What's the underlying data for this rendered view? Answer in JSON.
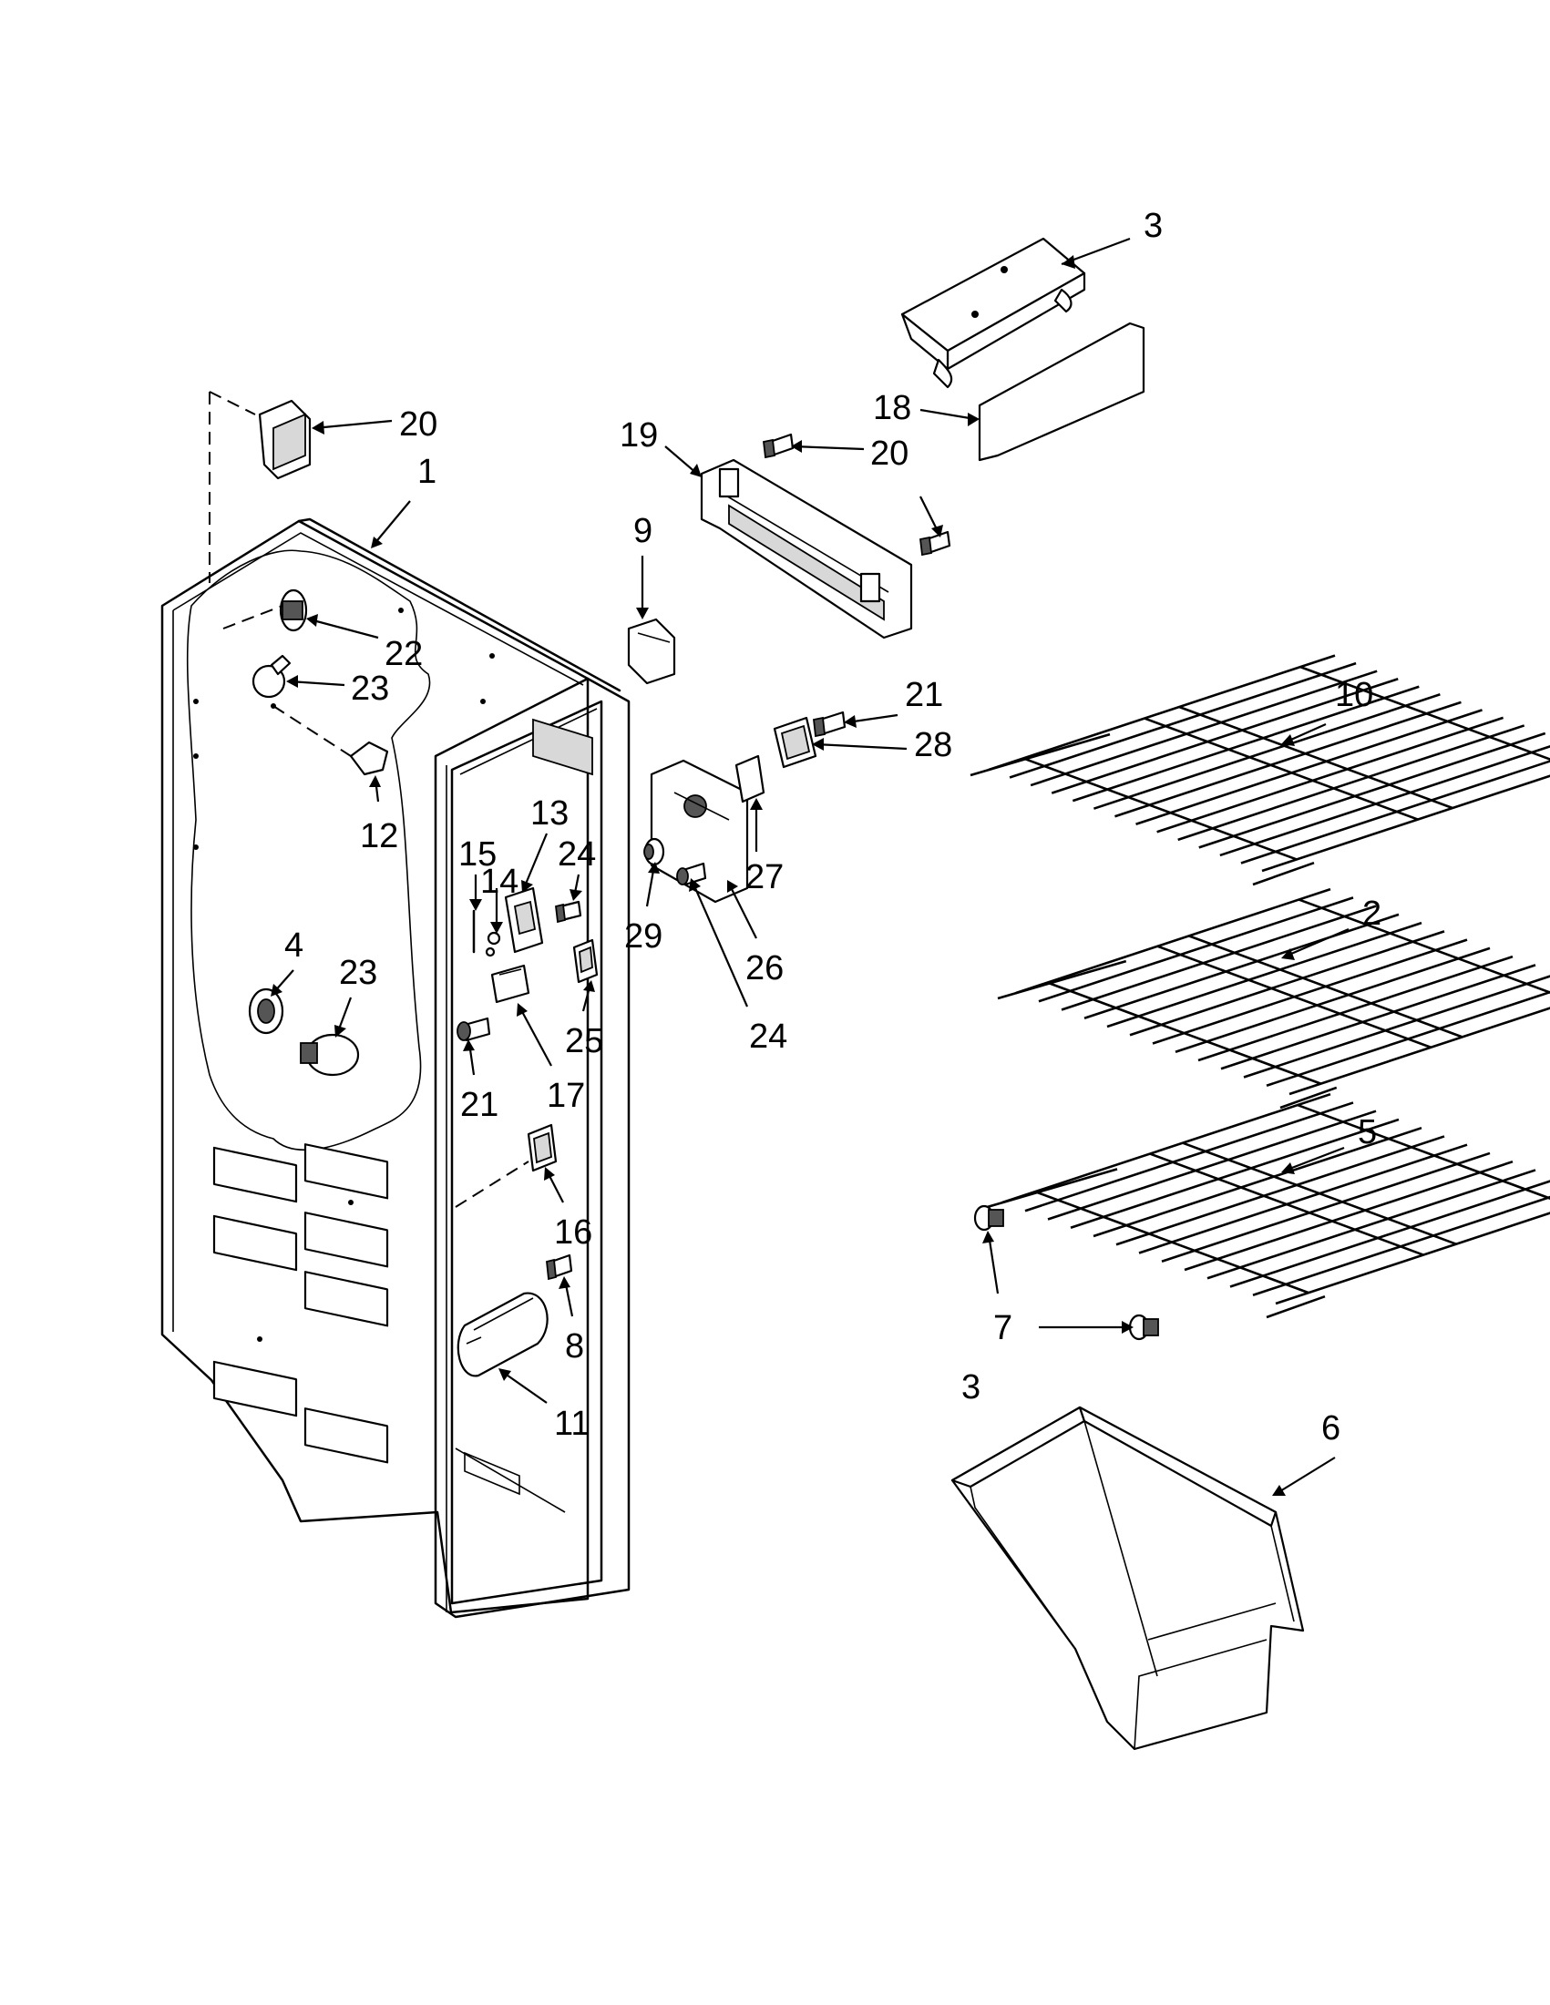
{
  "callouts": [
    {
      "id": "c3a",
      "text": "3"
    },
    {
      "id": "c18",
      "text": "18"
    },
    {
      "id": "c19",
      "text": "19"
    },
    {
      "id": "c20b",
      "text": "20"
    },
    {
      "id": "c20a",
      "text": "20"
    },
    {
      "id": "c1",
      "text": "1"
    },
    {
      "id": "c9",
      "text": "9"
    },
    {
      "id": "c22",
      "text": "22"
    },
    {
      "id": "c23a",
      "text": "23"
    },
    {
      "id": "c21a",
      "text": "21"
    },
    {
      "id": "c10",
      "text": "10"
    },
    {
      "id": "c28",
      "text": "28"
    },
    {
      "id": "c12",
      "text": "12"
    },
    {
      "id": "c13",
      "text": "13"
    },
    {
      "id": "c15",
      "text": "15"
    },
    {
      "id": "c14",
      "text": "14"
    },
    {
      "id": "c24a",
      "text": "24"
    },
    {
      "id": "c27",
      "text": "27"
    },
    {
      "id": "c29",
      "text": "29"
    },
    {
      "id": "c26",
      "text": "26"
    },
    {
      "id": "c2",
      "text": "2"
    },
    {
      "id": "c4",
      "text": "4"
    },
    {
      "id": "c23b",
      "text": "23"
    },
    {
      "id": "c25",
      "text": "25"
    },
    {
      "id": "c24b",
      "text": "24"
    },
    {
      "id": "c17",
      "text": "17"
    },
    {
      "id": "c21b",
      "text": "21"
    },
    {
      "id": "c5",
      "text": "5"
    },
    {
      "id": "c16",
      "text": "16"
    },
    {
      "id": "c7",
      "text": "7"
    },
    {
      "id": "c8",
      "text": "8"
    },
    {
      "id": "c3b",
      "text": "3"
    },
    {
      "id": "c11",
      "text": "11"
    },
    {
      "id": "c6",
      "text": "6"
    }
  ]
}
